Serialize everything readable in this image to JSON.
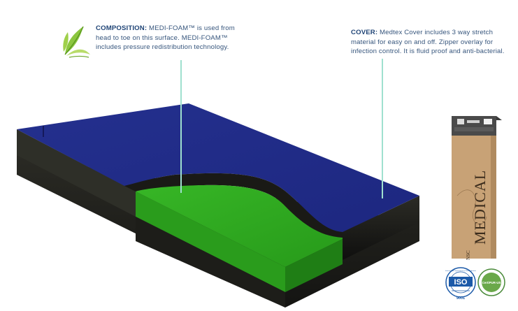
{
  "composition": {
    "label": "COMPOSITION:",
    "text": " MEDI-FOAM™ is used from head to toe on this surface. MEDI-FOAM™ includes pressure redistribution technology."
  },
  "cover": {
    "label": "COVER:",
    "text": " Medtex Cover includes  3 way stretch material for easy on and off. Zipper overlay for infection control. It is fluid proof and anti-bacterial."
  },
  "box": {
    "brand": "MEDICAL",
    "prefix": "NSC"
  },
  "badges": {
    "iso_main": "ISO",
    "iso_number": "9001",
    "iso_ring": "International Organization for Standardization",
    "certipur": "CertiPUR-US"
  },
  "icons": {
    "leaf": "leaf-icon"
  },
  "colors": {
    "cover_blue": "#1f2a86",
    "foam_green": "#2ea61f",
    "accent_text": "#1f4476",
    "leader": "#9fe0cf",
    "box_tan": "#c8a276"
  }
}
